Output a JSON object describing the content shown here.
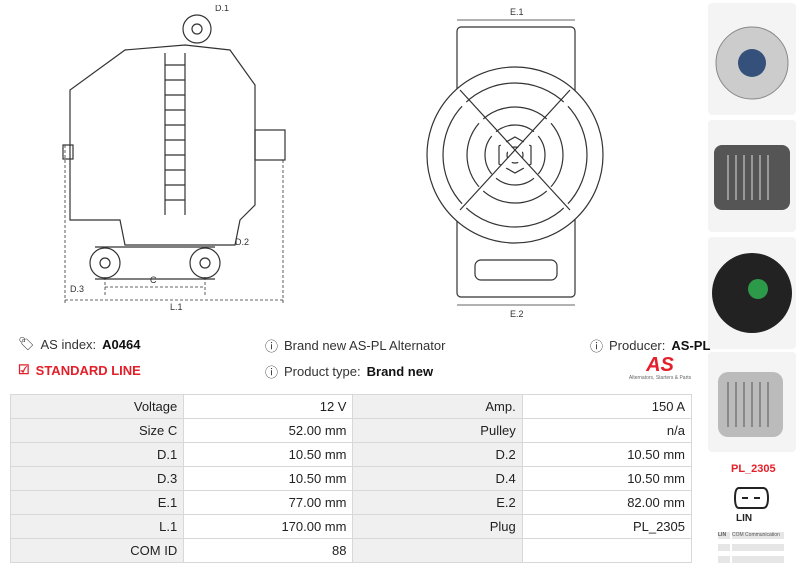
{
  "drawing": {
    "labels": {
      "d1": "D.1",
      "d2": "D.2",
      "d3": "D.3",
      "c": "C",
      "l1": "L.1",
      "e1": "E.1",
      "e2": "E.2"
    }
  },
  "info": {
    "as_index_label": "AS index:",
    "as_index_value": "A0464",
    "line": "STANDARD LINE",
    "description": "Brand new AS-PL Alternator",
    "product_type_label": "Product type:",
    "product_type_value": "Brand new",
    "producer_label": "Producer:",
    "producer_value": "AS-PL",
    "logo_text": "AS",
    "logo_tagline": "Alternators, Starters & Parts"
  },
  "specs": [
    [
      "Voltage",
      "12 V",
      "Amp.",
      "150 A"
    ],
    [
      "Size C",
      "52.00 mm",
      "Pulley",
      "n/a"
    ],
    [
      "D.1",
      "10.50 mm",
      "D.2",
      "10.50 mm"
    ],
    [
      "D.3",
      "10.50 mm",
      "D.4",
      "10.50 mm"
    ],
    [
      "E.1",
      "77.00 mm",
      "E.2",
      "82.00 mm"
    ],
    [
      "L.1",
      "170.00 mm",
      "Plug",
      "PL_2305"
    ],
    [
      "COM ID",
      "88",
      "",
      ""
    ]
  ],
  "plug": {
    "code": "PL_2305",
    "type": "LIN",
    "com_key": "LIN",
    "com_value": "COM Communication"
  },
  "colors": {
    "accent": "#e3202a"
  }
}
